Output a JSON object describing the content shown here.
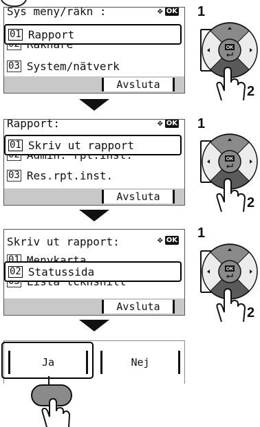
{
  "screen1": {
    "title": "Sys meny/räkn :",
    "ok_icon_label": "OK",
    "items": [
      {
        "num": "01",
        "label": "Rapport"
      },
      {
        "num": "02",
        "label": "Räknare"
      },
      {
        "num": "03",
        "label": "System/nätverk"
      }
    ],
    "button": "Avsluta"
  },
  "screen2": {
    "title": "Rapport:",
    "ok_icon_label": "OK",
    "items": [
      {
        "num": "01",
        "label": "Skriv ut rapport"
      },
      {
        "num": "02",
        "label": "Admin. rpt.inst."
      },
      {
        "num": "03",
        "label": "Res.rpt.inst."
      }
    ],
    "button": "Avsluta"
  },
  "screen3": {
    "title": "Skriv ut rapport:",
    "ok_icon_label": "OK",
    "items": [
      {
        "num": "01",
        "label": "Menykarta"
      },
      {
        "num": "02",
        "label": "Statussida"
      },
      {
        "num": "03",
        "label": "Lista tcknsnitt"
      }
    ],
    "button": "Avsluta"
  },
  "confirm": {
    "yes": "Ja",
    "no": "Nej"
  },
  "steps": {
    "one": "1",
    "two": "2"
  },
  "keypad": {
    "ok_label": "OK"
  },
  "colors": {
    "lcd_bar": "#c8c8c8",
    "key_gray": "#8a8a8a",
    "key_dark": "#5a5a5a"
  }
}
